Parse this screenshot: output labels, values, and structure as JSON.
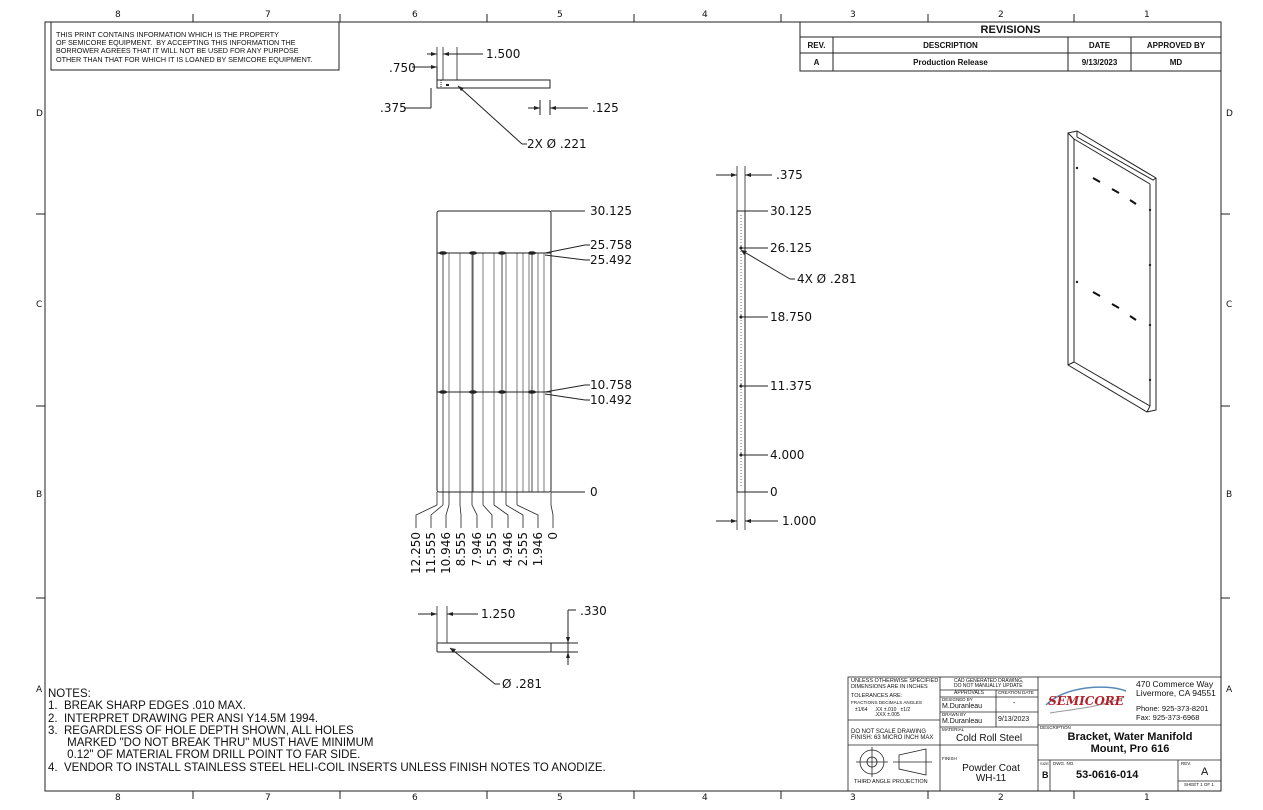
{
  "zones": {
    "top_columns": [
      "8",
      "7",
      "6",
      "5",
      "4",
      "3",
      "2",
      "1"
    ],
    "side_rows": [
      "D",
      "C",
      "B",
      "A"
    ]
  },
  "proprietary_notice": "THIS PRINT CONTAINS INFORMATION WHICH IS THE PROPERTY\nOF SEMICORE EQUIPMENT.  BY ACCEPTING THIS INFORMATION THE\nBORROWER AGREES THAT IT WILL NOT BE USED FOR ANY PURPOSE\nOTHER THAN THAT FOR WHICH IT IS LOANED BY SEMICORE EQUIPMENT.",
  "revisions": {
    "title": "REVISIONS",
    "headers": [
      "REV.",
      "DESCRIPTION",
      "DATE",
      "APPROVED BY"
    ],
    "rows": [
      [
        "A",
        "Production Release",
        "9/13/2023",
        "MD"
      ]
    ]
  },
  "top_view": {
    "dim_width": "1.500",
    "dim_750": ".750",
    "dim_375": ".375",
    "dim_125": ".125",
    "hole_callout": "2X Ø .221"
  },
  "front_view": {
    "right_dims": [
      "30.125",
      "25.758",
      "25.492",
      "10.758",
      "10.492",
      "0"
    ],
    "bottom_dims": [
      "12.250",
      "11.555",
      "10.946",
      "8.555",
      "7.946",
      "5.555",
      "4.946",
      "2.555",
      "1.946",
      "0"
    ]
  },
  "side_view": {
    "dim_thickness": ".375",
    "dim_bottom": "1.000",
    "dims": [
      "30.125",
      "26.125",
      "18.750",
      "11.375",
      "4.000",
      "0"
    ],
    "hole_callout": "4X Ø .281"
  },
  "bottom_view": {
    "dim_width": "1.250",
    "dim_330": ".330",
    "hole_callout": "Ø .281"
  },
  "notes": {
    "heading": "NOTES:",
    "lines": [
      "1.  BREAK SHARP EDGES .010 MAX.",
      "2.  INTERPRET DRAWING PER ANSI Y14.5M 1994.",
      "3.  REGARDLESS OF HOLE DEPTH SHOWN, ALL HOLES\n      MARKED \"DO NOT BREAK THRU\" MUST HAVE MINIMUM\n      0.12\" OF MATERIAL FROM DRILL POINT TO FAR SIDE.",
      "4.  VENDOR TO INSTALL STAINLESS STEEL HELI-COIL INSERTS UNLESS FINISH NOTES TO ANODIZE."
    ]
  },
  "title_block": {
    "unless": "UNLESS OTHERWISE SPECIFIED\nDIMENSIONS ARE IN INCHES",
    "tolerances": "TOLERANCES ARE:",
    "tol_headers": "FRACTIONS  DECIMALS   ANGLES",
    "tol_values": "±1/64     .XX ±.010   ±1/2\n              .XXX ±.005",
    "scale_note": "DO NOT SCALE DRAWING\nFINISH: 63 MICRO INCH MAX",
    "projection": "THIRD ANGLE PROJECTION",
    "cad_note": "CAD GENERATED DRAWING,\nDO NOT MANUALLY UPDATE",
    "approvals": "APPROVALS",
    "creation_date": "CREATION DATE",
    "designed_by_label": "DESIGNED BY",
    "designed_by": "M.Duranleau",
    "designed_date": "-",
    "drawn_by_label": "DRAWN BY",
    "drawn_by": "M.Duranleau",
    "drawn_date": "9/13/2023",
    "material_label": "MATERIAL",
    "material": "Cold Roll Steel",
    "finish_label": "FINISH",
    "finish": "Powder Coat\nWH-11",
    "company_logo": "SEMICORE",
    "address": "470 Commerce Way\nLivermore, CA 94551",
    "phone": "Phone: 925-373-8201\nFax: 925-373-6968",
    "description_label": "DESCRIPTION",
    "description": "Bracket, Water Manifold\nMount, Pro 616",
    "size_label": "SIZE",
    "size": "B",
    "dwg_label": "DWG. NO.",
    "dwg_no": "53-0616-014",
    "rev_label": "REV.",
    "rev": "A",
    "sheet": "SHEET 1 OF 1"
  }
}
